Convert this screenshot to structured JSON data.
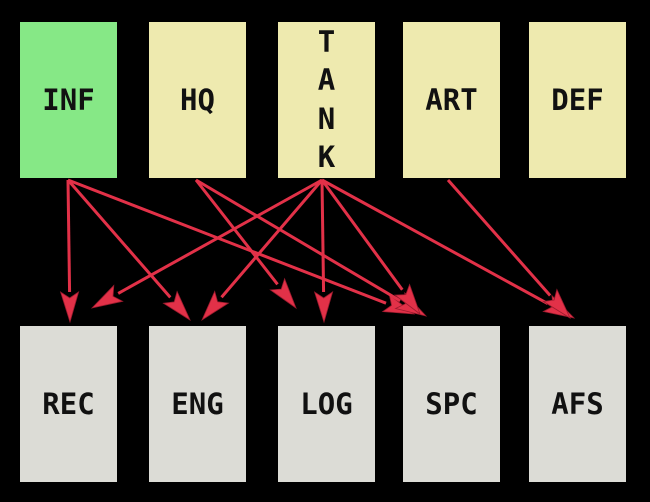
{
  "colors": {
    "background": "#000000",
    "highlight_box": "#86e886",
    "top_box": "#eeeaaf",
    "bottom_box": "#dcdcd6",
    "arrow": "#e23148",
    "text": "#111111"
  },
  "top_nodes": [
    {
      "id": "INF",
      "label": "INF",
      "highlight": true
    },
    {
      "id": "HQ",
      "label": "HQ",
      "highlight": false
    },
    {
      "id": "TANK",
      "label": "TANK",
      "vertical": true,
      "letters": [
        "T",
        "A",
        "N",
        "K"
      ],
      "highlight": false
    },
    {
      "id": "ART",
      "label": "ART",
      "highlight": false
    },
    {
      "id": "DEF",
      "label": "DEF",
      "highlight": false
    }
  ],
  "bottom_nodes": [
    {
      "id": "REC",
      "label": "REC"
    },
    {
      "id": "ENG",
      "label": "ENG"
    },
    {
      "id": "LOG",
      "label": "LOG"
    },
    {
      "id": "SPC",
      "label": "SPC"
    },
    {
      "id": "AFS",
      "label": "AFS"
    }
  ],
  "edges": [
    {
      "from": "INF",
      "to": "REC"
    },
    {
      "from": "INF",
      "to": "ENG"
    },
    {
      "from": "INF",
      "to": "SPC"
    },
    {
      "from": "HQ",
      "to": "LOG"
    },
    {
      "from": "HQ",
      "to": "SPC"
    },
    {
      "from": "TANK",
      "to": "REC"
    },
    {
      "from": "TANK",
      "to": "ENG"
    },
    {
      "from": "TANK",
      "to": "LOG"
    },
    {
      "from": "TANK",
      "to": "SPC"
    },
    {
      "from": "TANK",
      "to": "AFS"
    },
    {
      "from": "ART",
      "to": "AFS"
    }
  ]
}
